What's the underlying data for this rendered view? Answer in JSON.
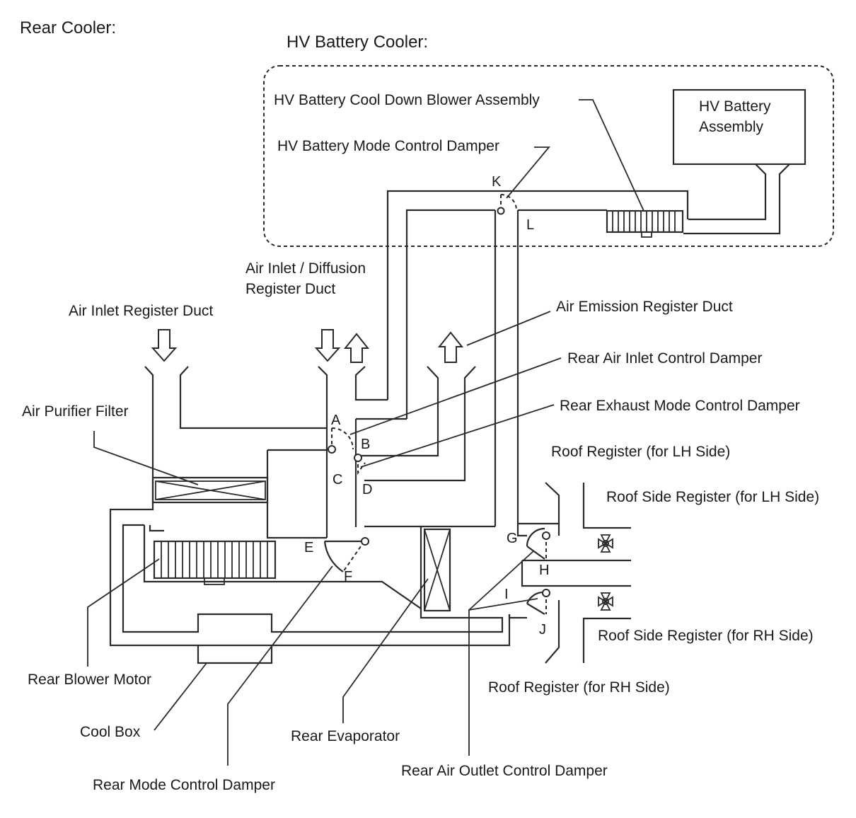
{
  "titles": {
    "rear_cooler": "Rear Cooler:",
    "hv_battery_cooler": "HV Battery Cooler:"
  },
  "labels": {
    "hv_blower_assembly": "HV Battery Cool Down Blower Assembly",
    "hv_mode_damper": "HV Battery Mode Control Damper",
    "hv_battery_assembly_line1": "HV Battery",
    "hv_battery_assembly_line2": "Assembly",
    "air_inlet_diffusion_line1": "Air Inlet / Diffusion",
    "air_inlet_diffusion_line2": "Register Duct",
    "air_inlet_register_duct": "Air Inlet Register Duct",
    "air_emission_register_duct": "Air Emission Register Duct",
    "rear_air_inlet_control_damper": "Rear Air Inlet Control Damper",
    "rear_exhaust_mode_control_damper": "Rear Exhaust Mode Control Damper",
    "air_purifier_filter": "Air Purifier Filter",
    "roof_register_lh": "Roof Register (for LH Side)",
    "roof_side_register_lh": "Roof Side Register (for LH Side)",
    "roof_side_register_rh": "Roof Side Register (for RH Side)",
    "roof_register_rh": "Roof Register (for RH Side)",
    "rear_blower_motor": "Rear Blower Motor",
    "cool_box": "Cool Box",
    "rear_evaporator": "Rear Evaporator",
    "rear_mode_control_damper": "Rear Mode Control Damper",
    "rear_air_outlet_control_damper": "Rear Air Outlet Control Damper"
  },
  "damper_letters": {
    "a": "A",
    "b": "B",
    "c": "C",
    "d": "D",
    "e": "E",
    "f": "F",
    "g": "G",
    "h": "H",
    "i": "I",
    "j": "J",
    "k": "K",
    "l": "L"
  }
}
